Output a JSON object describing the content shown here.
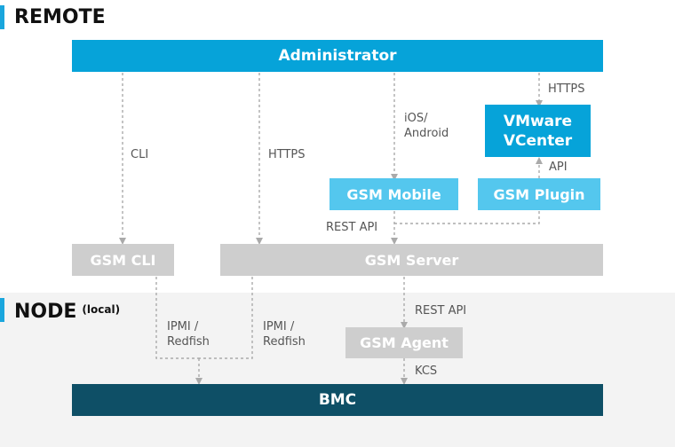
{
  "sections": {
    "remote": {
      "title": "REMOTE"
    },
    "node": {
      "title": "NODE",
      "subtitle": "(local)"
    }
  },
  "boxes": {
    "administrator": "Administrator",
    "vmware_line1": "VMware",
    "vmware_line2": "VCenter",
    "gsm_mobile": "GSM Mobile",
    "gsm_plugin": "GSM Plugin",
    "gsm_cli": "GSM CLI",
    "gsm_server": "GSM Server",
    "gsm_agent": "GSM Agent",
    "bmc": "BMC"
  },
  "connections": {
    "admin_to_cli": "CLI",
    "admin_to_server": "HTTPS",
    "admin_to_mobile_line1": "iOS/",
    "admin_to_mobile_line2": "Android",
    "admin_to_vcenter": "HTTPS",
    "plugin_to_vcenter": "API",
    "mobile_plugin_to_server": "REST API",
    "cli_to_bmc_line1": "IPMI /",
    "cli_to_bmc_line2": "Redfish",
    "server_to_bmc_line1": "IPMI /",
    "server_to_bmc_line2": "Redfish",
    "server_to_agent": "REST API",
    "agent_to_bmc": "KCS"
  },
  "colors": {
    "accent_blue": "#06a3d9",
    "light_blue": "#54c7ee",
    "grey_box": "#cecece",
    "bmc_teal": "#0e4f66",
    "connector": "#aaaaaa",
    "node_band": "#f3f3f3"
  }
}
